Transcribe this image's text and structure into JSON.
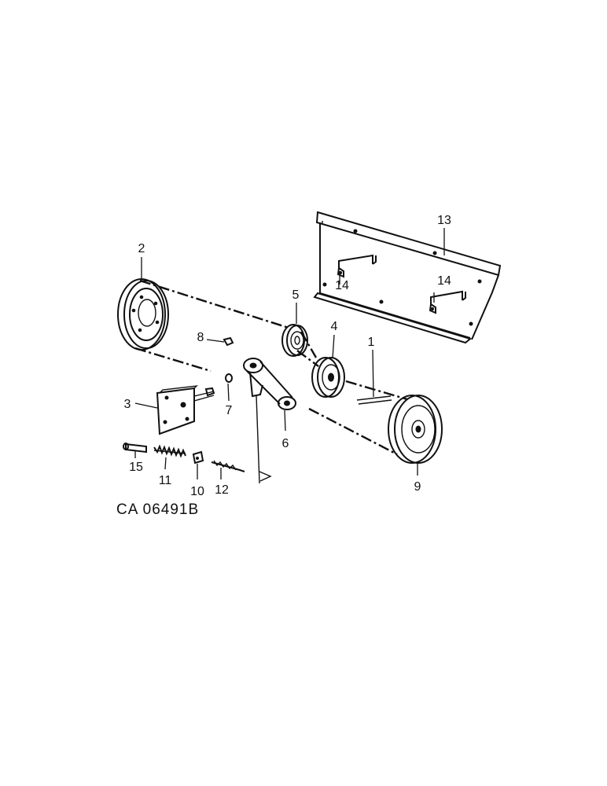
{
  "diagram": {
    "reference_code": "CA 06491B",
    "callouts": {
      "belt": "1",
      "drive_pulley": "2",
      "mounting_bracket": "3",
      "idler_pulley_4": "4",
      "idler_pulley_5": "5",
      "idler_arm": "6",
      "bushing": "7",
      "nut": "8",
      "driven_pulley": "9",
      "washer": "10",
      "spring": "11",
      "rod": "12",
      "shield": "13",
      "handle_left": "14",
      "handle_right": "14",
      "pin": "15"
    }
  }
}
